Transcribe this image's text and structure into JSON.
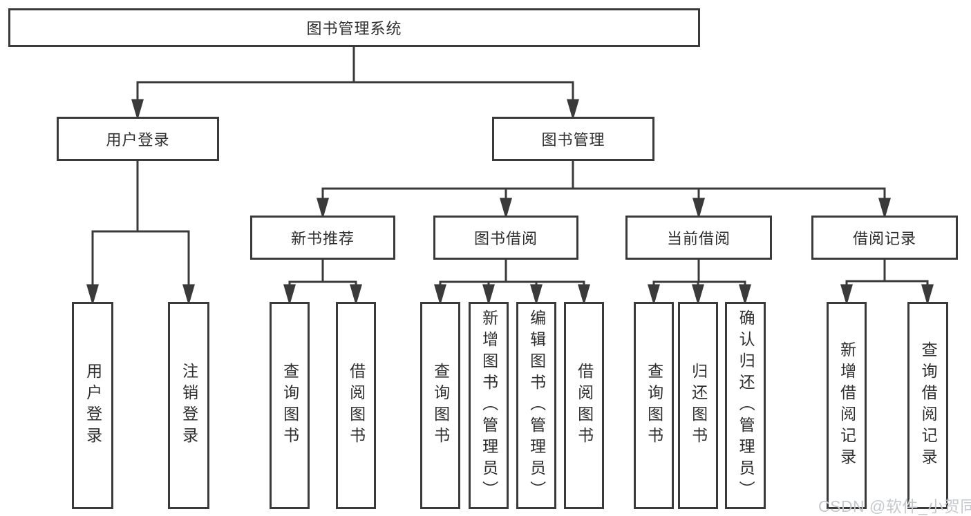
{
  "tree": {
    "root": {
      "label": "图书管理系统"
    },
    "children": [
      {
        "label": "用户登录",
        "children": [
          {
            "label": "用户登录"
          },
          {
            "label": "注销登录"
          }
        ]
      },
      {
        "label": "图书管理",
        "children": [
          {
            "label": "新书推荐",
            "children": [
              {
                "label": "查询图书"
              },
              {
                "label": "借阅图书"
              }
            ]
          },
          {
            "label": "图书借阅",
            "children": [
              {
                "label": "查询图书"
              },
              {
                "label": "新增图书（管理员）"
              },
              {
                "label": "编辑图书（管理员）"
              },
              {
                "label": "借阅图书"
              }
            ]
          },
          {
            "label": "当前借阅",
            "children": [
              {
                "label": "查询图书"
              },
              {
                "label": "归还图书"
              },
              {
                "label": "确认归还（管理员）"
              }
            ]
          },
          {
            "label": "借阅记录",
            "children": [
              {
                "label": "新增借阅记录"
              },
              {
                "label": "查询借阅记录"
              }
            ]
          }
        ]
      }
    ]
  },
  "watermark": {
    "text": "CSDN @软件_小贺同学"
  },
  "colors": {
    "line": "#3a3a3a",
    "text": "#2f2f2f",
    "watermark": "#c5c8cc",
    "background": "#ffffff"
  }
}
